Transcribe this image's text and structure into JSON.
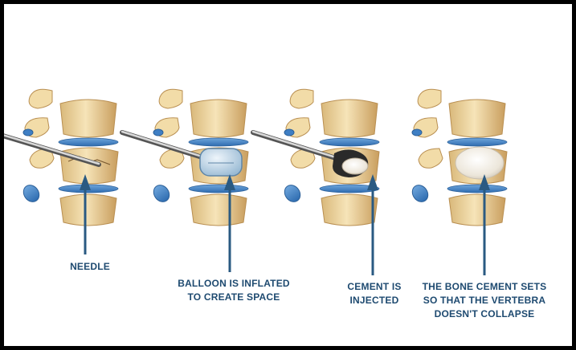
{
  "colors": {
    "bone": "#f2dca8",
    "bone_shade": "#d9b87a",
    "bone_dark": "#b98f52",
    "disc": "#3f7fc4",
    "disc_light": "#78aee0",
    "arrow": "#2a5a82",
    "text": "#1e4a70",
    "frame": "#000000"
  },
  "steps": [
    {
      "lines": [
        "NEEDLE"
      ]
    },
    {
      "lines": [
        "BALLOON IS INFLATED",
        "TO CREATE SPACE"
      ]
    },
    {
      "lines": [
        "CEMENT IS",
        "INJECTED"
      ]
    },
    {
      "lines": [
        "THE BONE CEMENT SETS",
        "SO THAT THE VERTEBRA",
        "DOESN'T COLLAPSE"
      ]
    }
  ]
}
